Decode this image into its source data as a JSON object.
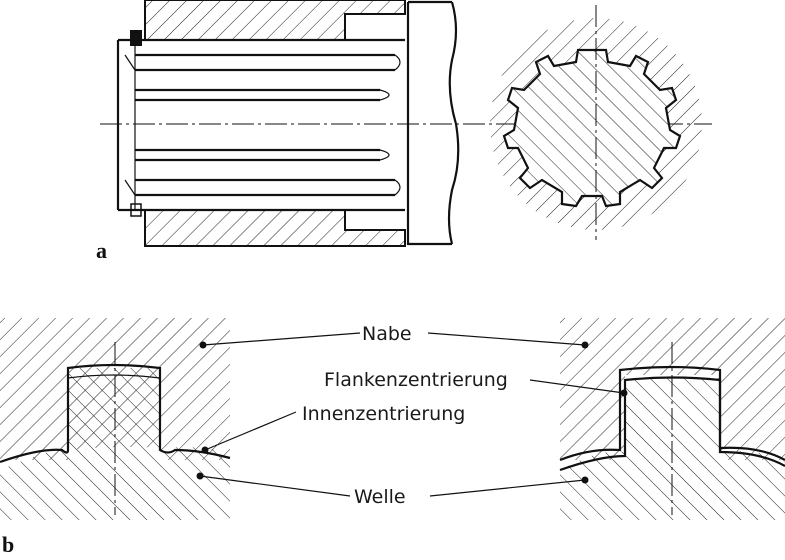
{
  "panels": {
    "a": "a",
    "b": "b"
  },
  "labels": {
    "nabe": "Nabe",
    "flanken": "Flankenzentrierung",
    "innen": "Innenzentrierung",
    "welle": "Welle"
  }
}
